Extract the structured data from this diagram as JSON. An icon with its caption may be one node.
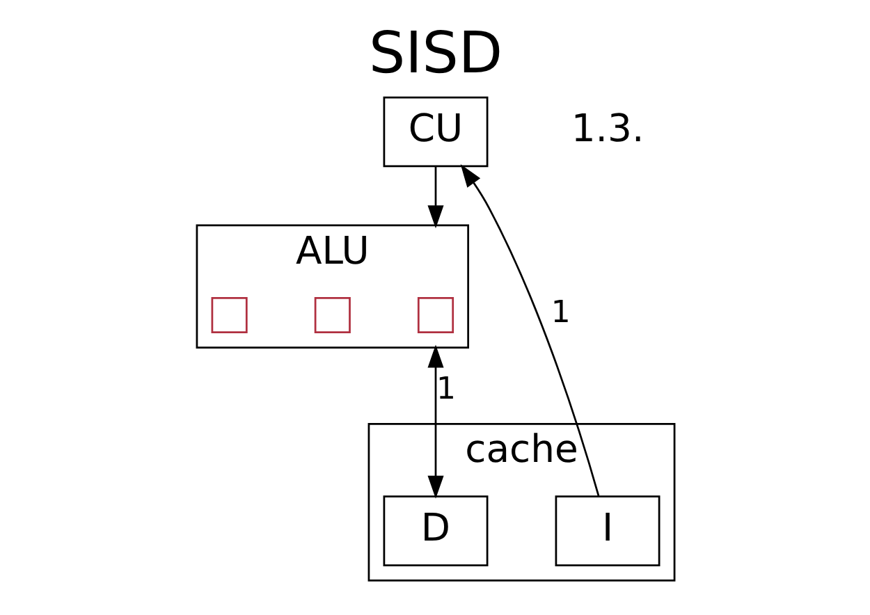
{
  "diagram": {
    "title": "SISD",
    "nodes": [
      {
        "text": [
          "CU"
        ]
      },
      {
        "text": [
          "ALU"
        ]
      },
      {
        "text": [],
        "shape": "box",
        "in": 1
      },
      {
        "text": [],
        "shape": "box",
        "in": 1
      },
      {
        "text": [],
        "shape": "box",
        "in": 1
      },
      {
        "text": [
          "cache"
        ]
      },
      {
        "text": [
          "I"
        ],
        "in": 5
      },
      {
        "text": [
          "D"
        ],
        "in": 5
      }
    ],
    "edges": [
      {
        "from": 0,
        "to": 1,
        "arrow": "to"
      },
      {
        "from": 6,
        "to": 0,
        "arrow": "to",
        "label": "1"
      },
      {
        "from": 1,
        "to": 7,
        "arrow": "both",
        "label": "1"
      }
    ],
    "labels": [
      "1.3."
    ]
  }
}
